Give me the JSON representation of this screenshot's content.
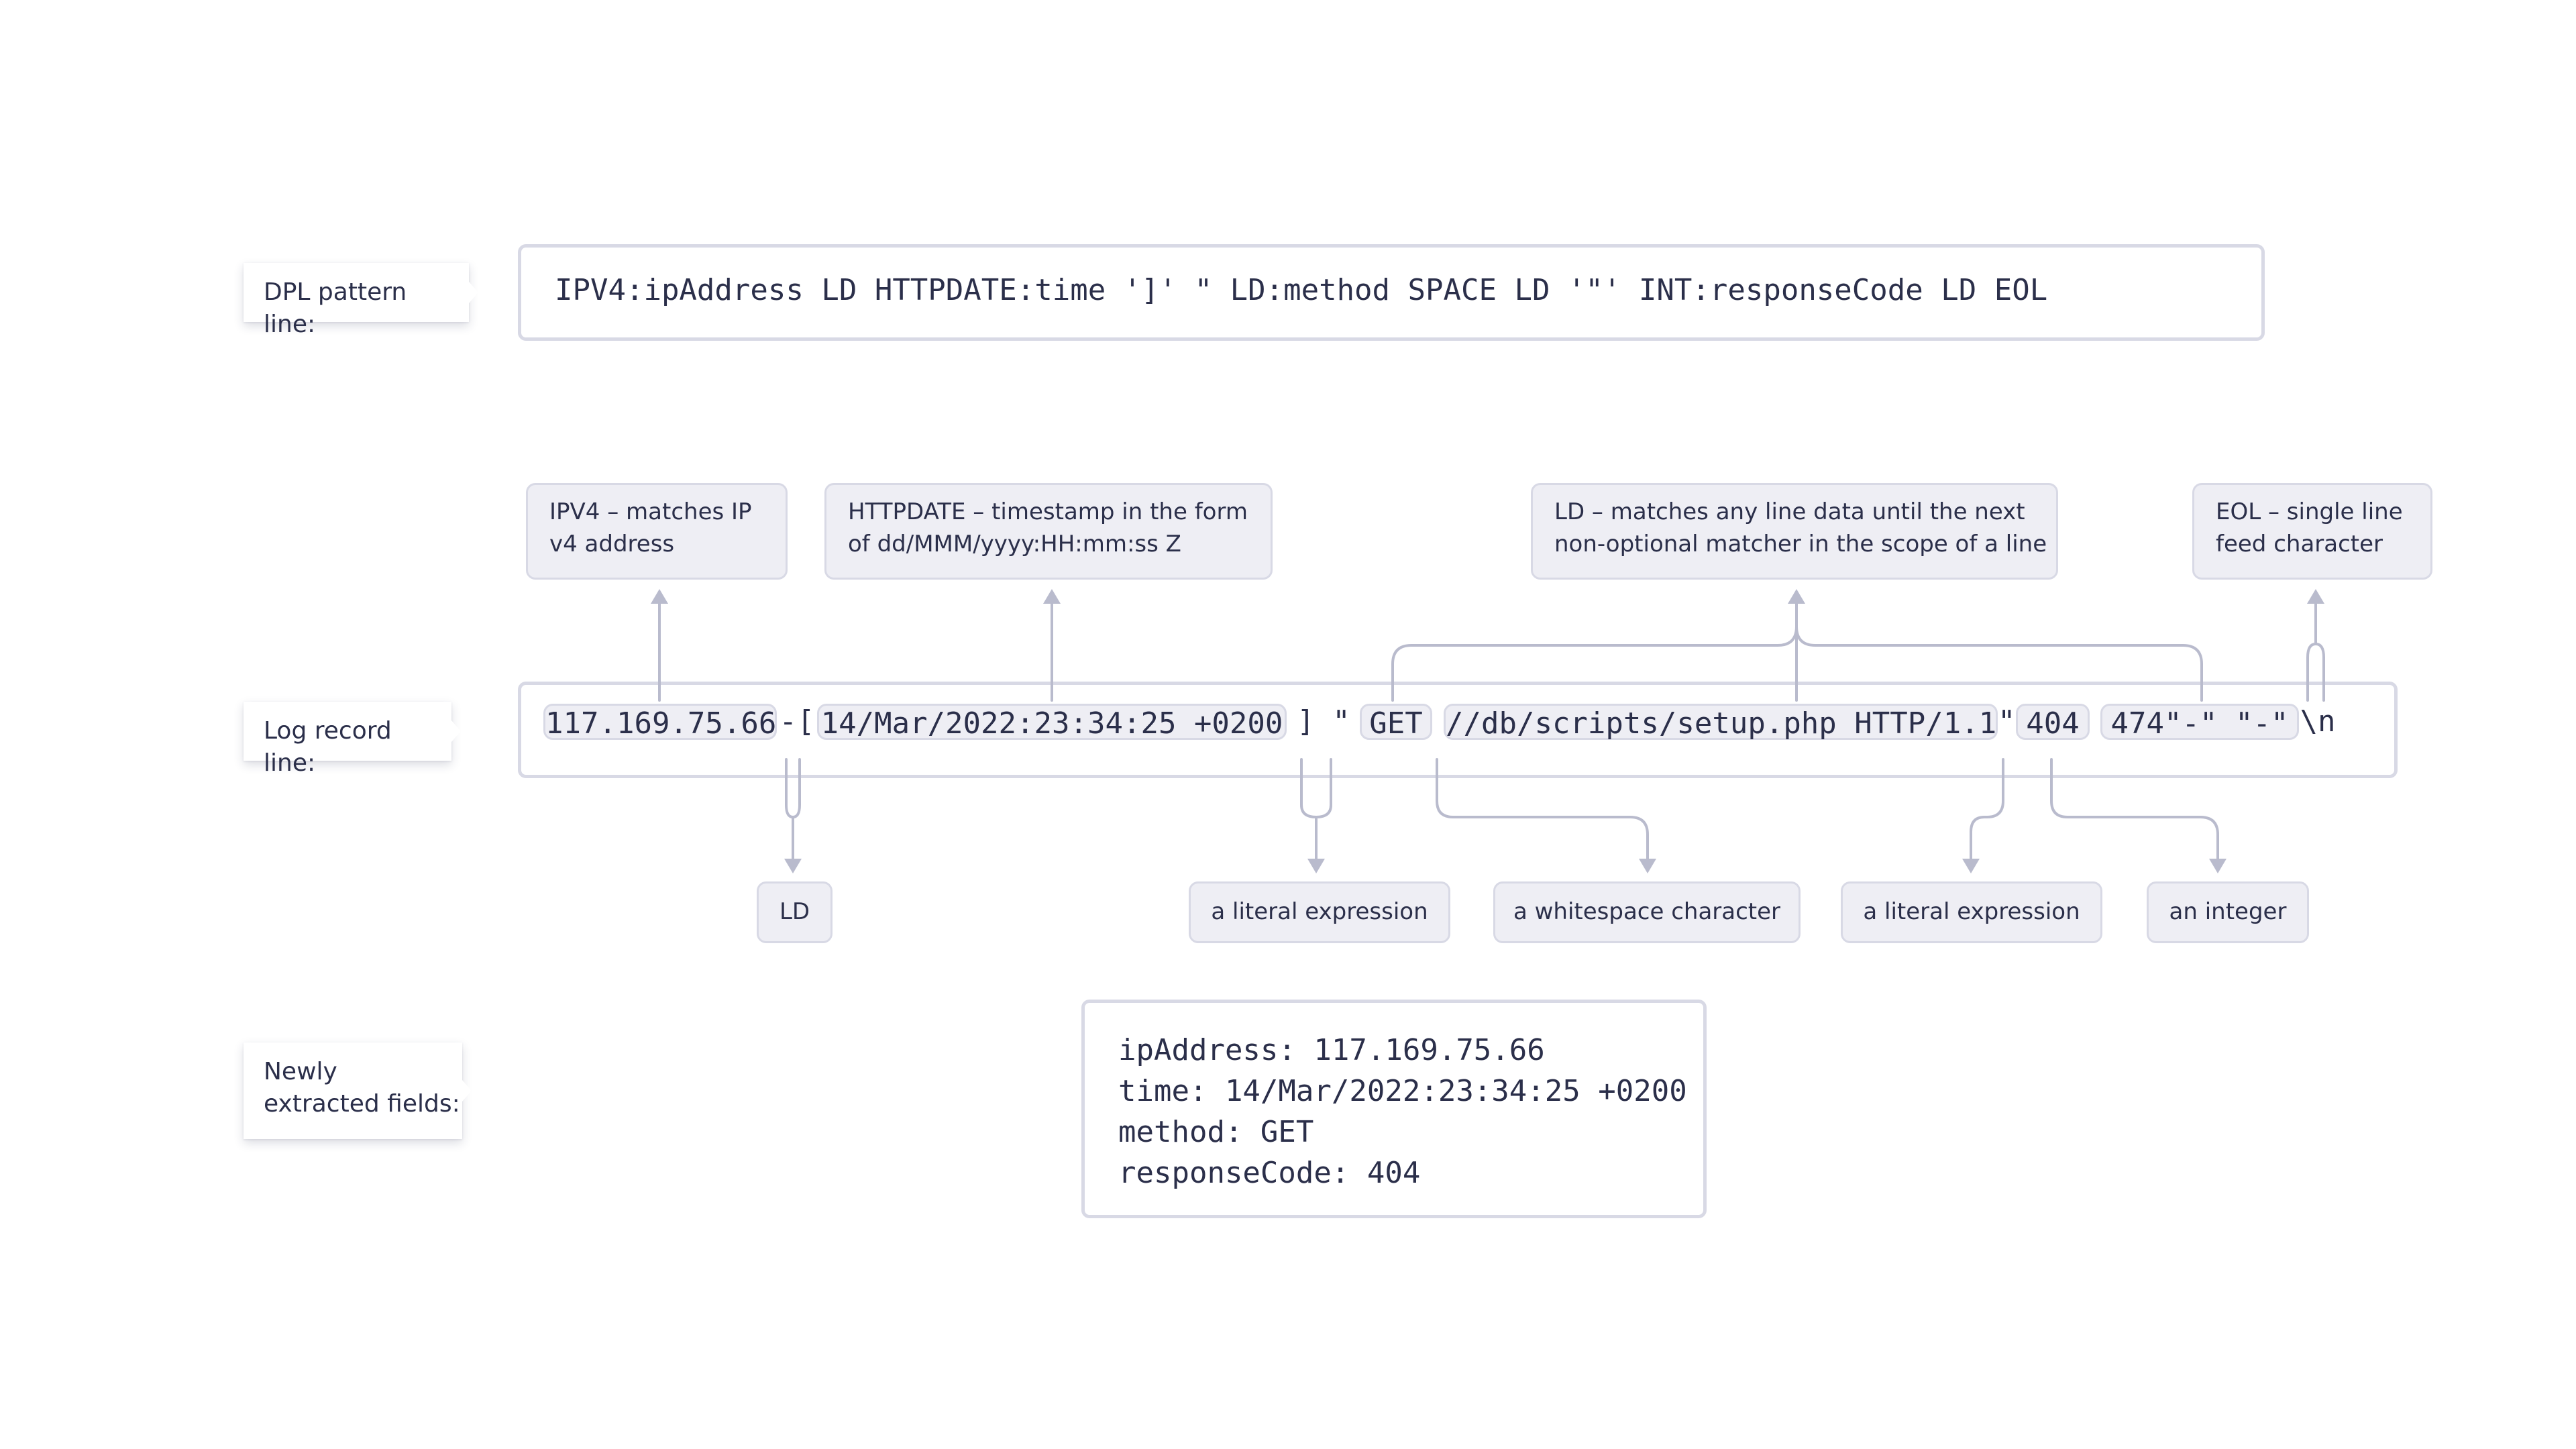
{
  "labels": {
    "pattern_line": "DPL pattern line:",
    "log_line": "Log record line:",
    "fields_line1": "Newly",
    "fields_line2": "extracted fields:"
  },
  "pattern": "IPV4:ipAddress LD HTTPDATE:time ']' \" LD:method SPACE LD '\"' INT:responseCode LD EOL",
  "log_tokens": {
    "ip": "117.169.75.66",
    "dash_bracket": "-[",
    "httpdate": "14/Mar/2022:23:34:25 +0200",
    "bracket_quote": "] \"",
    "method": "GET",
    "path": "//db/scripts/setup.php HTTP/1.1",
    "quote": "\"",
    "code": "404",
    "tail": "474\"-\" \"-\"",
    "eol": "\\n"
  },
  "notes_top": {
    "ipv4": [
      "IPV4 – matches IP",
      "v4 address"
    ],
    "httpdate": [
      "HTTPDATE – timestamp in the form",
      "of dd/MMM/yyyy:HH:mm:ss Z"
    ],
    "ld": [
      "LD – matches any line data until the next",
      "non-optional matcher in the scope of a line"
    ],
    "eol": [
      "EOL – single line",
      "feed character"
    ]
  },
  "notes_bottom": {
    "ld": "LD",
    "literal1": "a literal expression",
    "space": "a whitespace character",
    "literal2": "a literal expression",
    "int": "an integer"
  },
  "fields": [
    "ipAddress: 117.169.75.66",
    "time: 14/Mar/2022:23:34:25 +0200",
    "method: GET",
    "responseCode: 404"
  ],
  "colors": {
    "text": "#2b2f4a",
    "pill_fill": "#eeeef4",
    "border": "#d8d9e5",
    "connector": "#b9bbcd"
  }
}
